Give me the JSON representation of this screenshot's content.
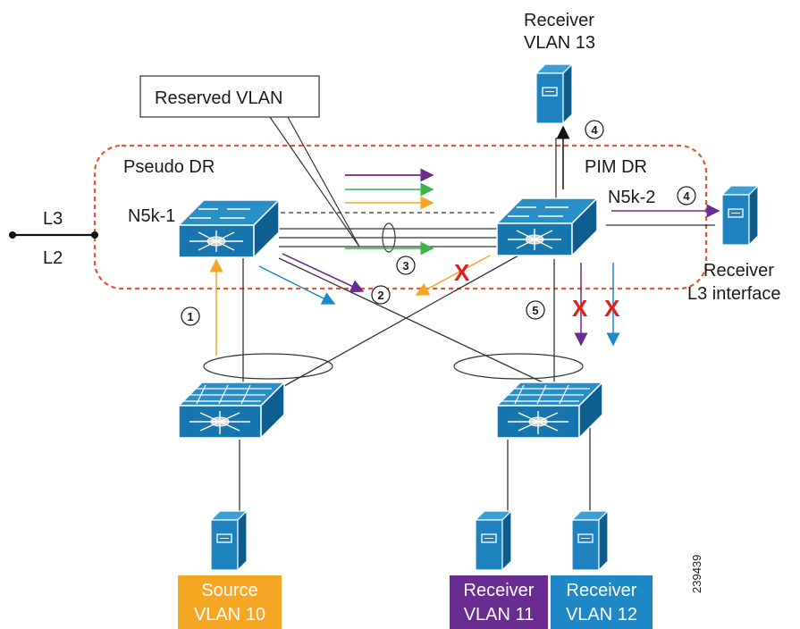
{
  "labels": {
    "reserved_vlan": "Reserved VLAN",
    "pseudo_dr": "Pseudo DR",
    "pim_dr": "PIM DR",
    "n5k1": "N5k-1",
    "n5k2": "N5k-2",
    "l3": "L3",
    "l2": "L2",
    "receiver_vlan13_line1": "Receiver",
    "receiver_vlan13_line2": "VLAN 13",
    "receiver_l3_line1": "Receiver",
    "receiver_l3_line2": "L3 interface",
    "figure_id": "239439"
  },
  "boxes": {
    "source_line1": "Source",
    "source_line2": "VLAN 10",
    "recv11_line1": "Receiver",
    "recv11_line2": "VLAN 11",
    "recv12_line1": "Receiver",
    "recv12_line2": "VLAN 12"
  },
  "steps": [
    "1",
    "2",
    "3",
    "4",
    "4",
    "5"
  ],
  "marks": {
    "x": "X"
  },
  "colors": {
    "orange": "#f5a623",
    "purple": "#6a2c91",
    "green": "#3cb44b",
    "blue": "#1e88c7",
    "brown": "#7b3f20",
    "dashed_border": "#e2572b",
    "source_box": "#f5a623",
    "recv11_box": "#6a2c91",
    "recv12_box": "#1e88c7"
  }
}
